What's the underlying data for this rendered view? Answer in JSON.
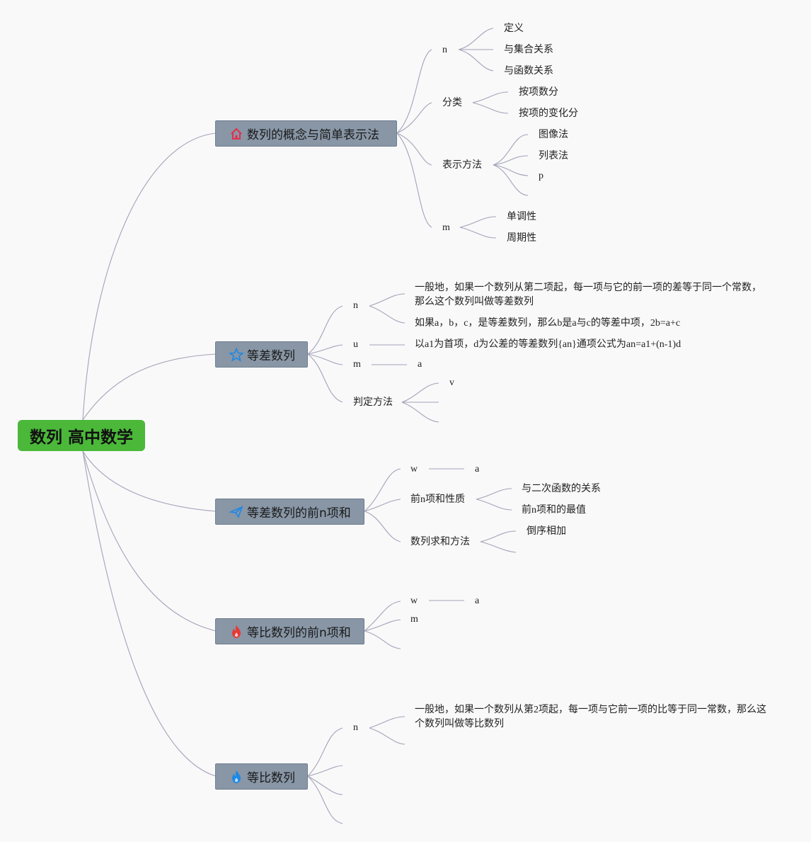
{
  "root": "数列 高中数学",
  "topics": [
    {
      "label": "数列的概念与简单表示法",
      "icon": "house-icon"
    },
    {
      "label": "等差数列",
      "icon": "star-icon"
    },
    {
      "label": "等差数列的前n项和",
      "icon": "paper-plane-icon"
    },
    {
      "label": "等比数列的前n项和",
      "icon": "fire-icon"
    },
    {
      "label": "等比数列",
      "icon": "water-drop-icon"
    }
  ],
  "t1": {
    "n": "n",
    "n_1": "定义",
    "n_2": "与集合关系",
    "n_3": "与函数关系",
    "fl": "分类",
    "fl_1": "按项数分",
    "fl_2": "按项的变化分",
    "bs": "表示方法",
    "bs_1": "图像法",
    "bs_2": "列表法",
    "bs_3": "p",
    "m": "m",
    "m_1": "单调性",
    "m_2": "周期性"
  },
  "t2": {
    "n": "n",
    "n_1": "一般地，如果一个数列从第二项起，每一项与它的前一项的差等于同一个常数，那么这个数列叫做等差数列",
    "n_2": "如果a，b，c，是等差数列，那么b是a与c的等差中项，2b=a+c",
    "u": "u",
    "u_1": "以a1为首项，d为公差的等差数列{an}通项公式为an=a1+(n-1)d",
    "m": "m",
    "m_1": "a",
    "pd": "判定方法",
    "pd_1": "v"
  },
  "t3": {
    "w": "w",
    "w_1": "a",
    "xz": "前n项和性质",
    "xz_1": "与二次函数的关系",
    "xz_2": "前n项和的最值",
    "qh": "数列求和方法",
    "qh_1": "倒序相加"
  },
  "t4": {
    "w": "w",
    "w_1": "a",
    "m": "m"
  },
  "t5": {
    "n": "n",
    "n_1": "一般地，如果一个数列从第2项起，每一项与它前一项的比等于同一常数，那么这个数列叫做等比数列"
  },
  "colors": {
    "root": "#4bb83a",
    "topic": "#8896a6",
    "line": "#a3a3b8"
  }
}
